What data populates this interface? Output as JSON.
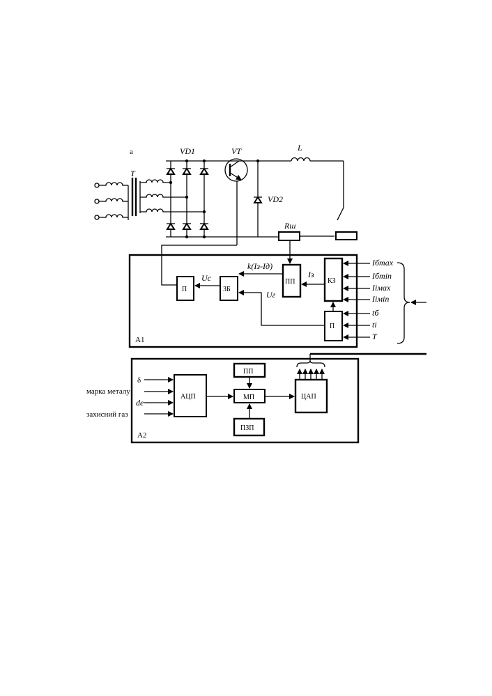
{
  "label_a": "а",
  "circuit": {
    "transformer": "T",
    "rectifier": "VD1",
    "transistor": "VT",
    "inductor": "L",
    "diode": "VD2",
    "shunt": "Rш"
  },
  "a1": {
    "label": "A1",
    "blocks": {
      "p_left": "П",
      "zb": "ЗБ",
      "pp": "ПП",
      "kz": "КЗ",
      "p_bottom": "П"
    },
    "signals": {
      "uc": "Uc",
      "ug": "Uг",
      "k_diff": "k(Iз-Iд)",
      "iz": "Iз"
    },
    "inputs": [
      "Iбmax",
      "Iбmin",
      "Iімax",
      "Iімin",
      "tб",
      "tі",
      "T"
    ]
  },
  "a2": {
    "label": "A2",
    "blocks": {
      "adc": "АЦП",
      "mp": "МП",
      "pp": "ПП",
      "pzp": "ПЗП",
      "dac": "ЦАП"
    },
    "inputs": [
      "δ",
      "марка металу",
      "de",
      "захисний газ"
    ]
  }
}
